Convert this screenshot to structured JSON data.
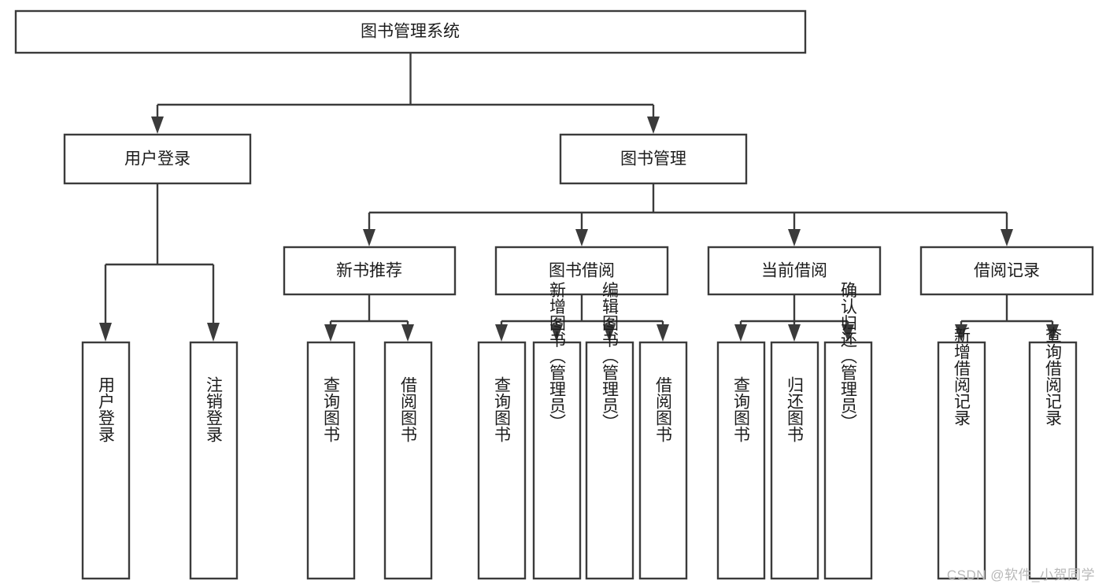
{
  "diagram": {
    "title": "图书管理系统",
    "type": "tree-hierarchy",
    "watermark": "CSDN @软件_小贺同学",
    "colors": {
      "stroke": "#3b3b3b",
      "fill": "#ffffff",
      "text": "#1c1c1c",
      "watermark": "#b8b8b8"
    },
    "root": {
      "label": "图书管理系统"
    },
    "level2": [
      {
        "label": "用户登录"
      },
      {
        "label": "图书管理"
      }
    ],
    "level3": [
      {
        "label": "新书推荐"
      },
      {
        "label": "图书借阅"
      },
      {
        "label": "当前借阅"
      },
      {
        "label": "借阅记录"
      }
    ],
    "leaves": {
      "user_login": [
        {
          "label": "用户登录"
        },
        {
          "label": "注销登录"
        }
      ],
      "new_book_recommend": [
        {
          "label": "查询图书"
        },
        {
          "label": "借阅图书"
        }
      ],
      "book_borrow": [
        {
          "label": "查询图书"
        },
        {
          "label": "新增图书（管理员）"
        },
        {
          "label": "编辑图书（管理员）"
        },
        {
          "label": "借阅图书"
        }
      ],
      "current_borrow": [
        {
          "label": "查询图书"
        },
        {
          "label": "归还图书"
        },
        {
          "label": "确认归还（管理员）"
        }
      ],
      "borrow_record": [
        {
          "label": "新增借阅记录"
        },
        {
          "label": "查询借阅记录"
        }
      ]
    }
  }
}
